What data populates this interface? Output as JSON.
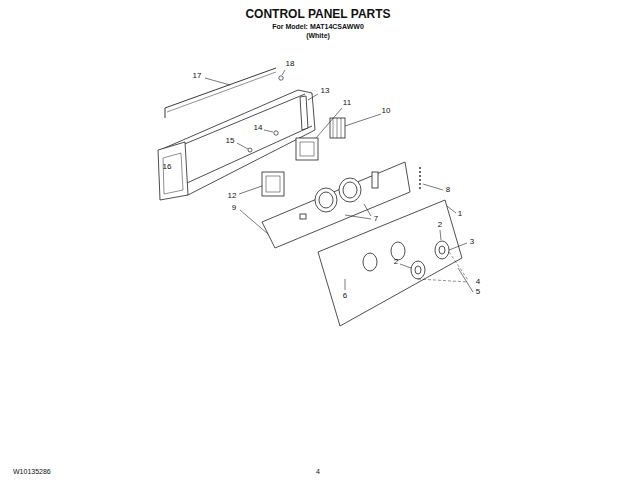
{
  "diagram": {
    "title": "CONTROL PANEL PARTS",
    "labels": [
      "For Model: MAT14CSAWW0",
      "(White)",
      "17",
      "18",
      "13",
      "14",
      "11",
      "10",
      "15",
      "16",
      "12",
      "9",
      "7",
      "8",
      "1",
      "2",
      "3",
      "2",
      "4",
      "5",
      "6",
      "W10135286",
      "4"
    ]
  }
}
